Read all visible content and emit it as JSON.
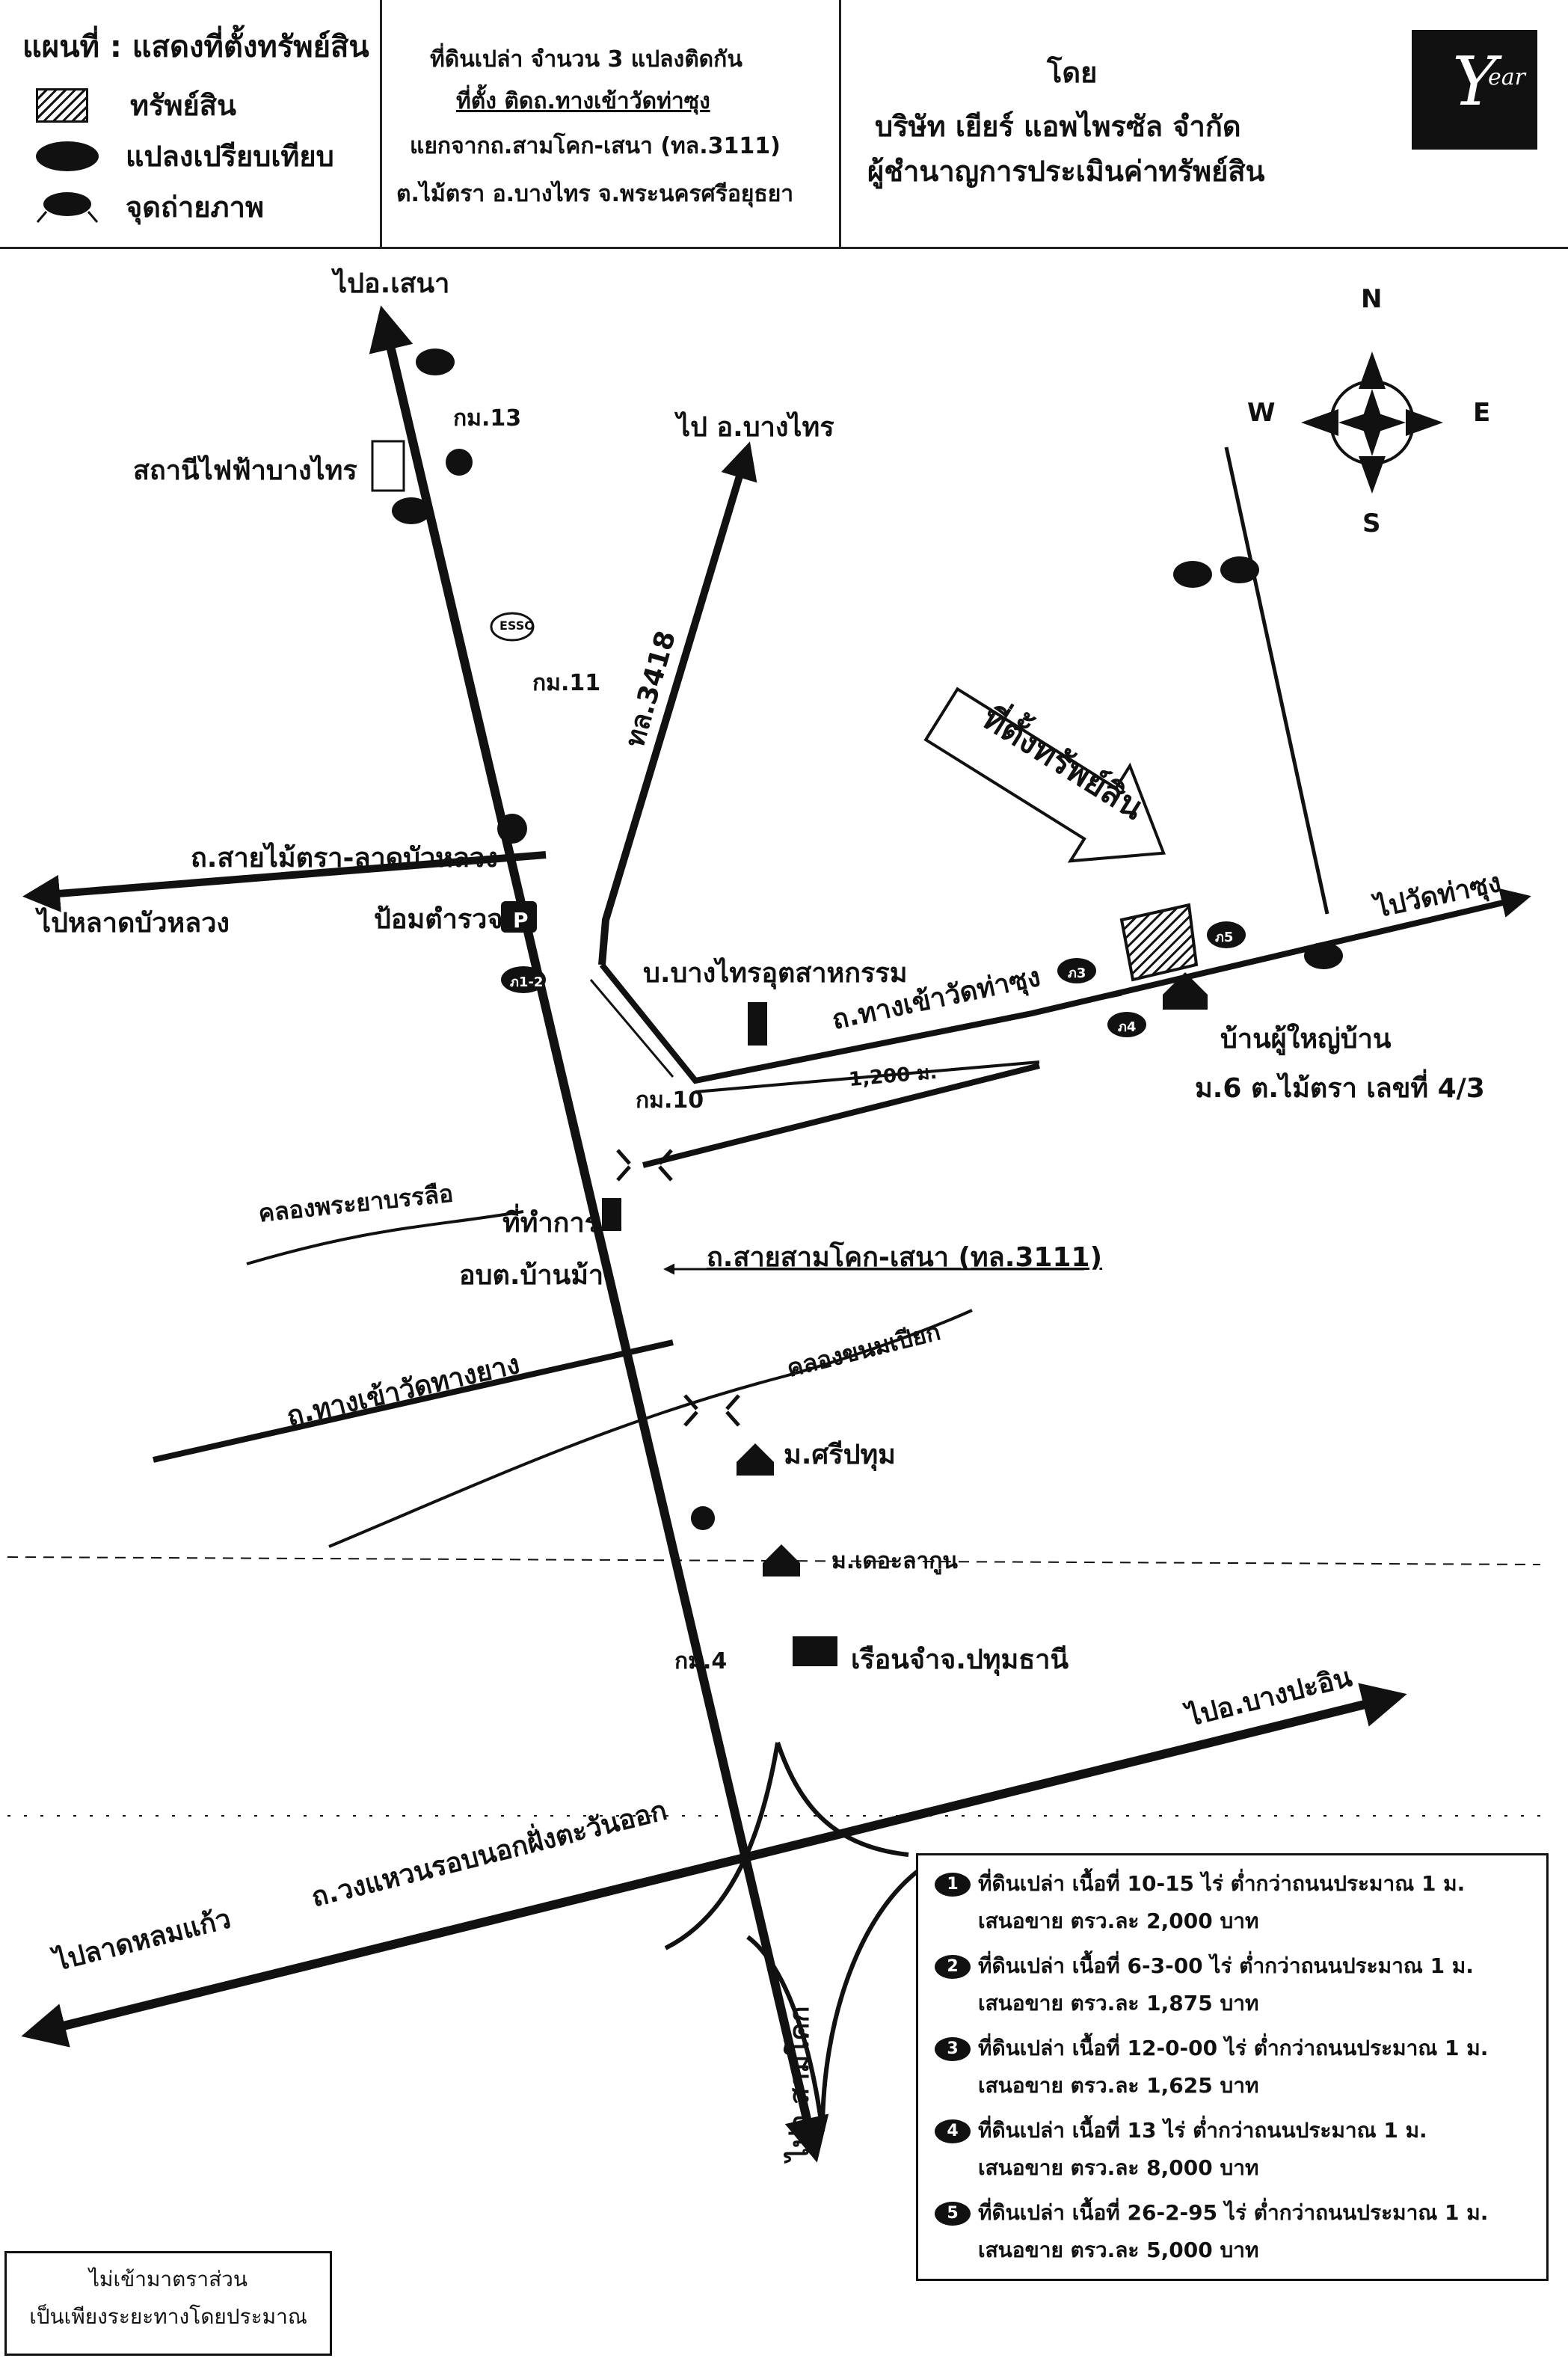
{
  "header": {
    "legend_title": "แผนที่ : แสดงที่ตั้งทรัพย์สิน",
    "legend_items": [
      "ทรัพย์สิน",
      "แปลงเปรียบเทียบ",
      "จุดถ่ายภาพ"
    ],
    "center_lines": [
      "ที่ดินเปล่า จำนวน 3 แปลงติดกัน",
      "ที่ตั้ง ติดถ.ทางเข้าวัดท่าซุง",
      "แยกจากถ.สามโคก-เสนา (ทล.3111)",
      "ต.ไม้ตรา อ.บางไทร จ.พระนครศรีอยุธยา"
    ],
    "right_lines": [
      "โดย",
      "บริษัท เยียร์ แอพไพรซัล จำกัด",
      "ผู้ชำนาญการประเมินค่าทรัพย์สิน"
    ],
    "logo_letter": "Y",
    "logo_sub": "ear"
  },
  "compass": {
    "n": "N",
    "s": "S",
    "e": "E",
    "w": "W"
  },
  "labels": {
    "to_sena": "ไปอ.เสนา",
    "km13": "กม.13",
    "power_station": "สถานีไฟฟ้าบางไทร",
    "to_bangsai": "ไป อ.บางไทร",
    "km11": "กม.11",
    "route3418": "ทล.3418",
    "property_arrow": "ที่ตั้งทรัพย์สิน",
    "road_maitra": "ถ.สายไม้ตรา-ลาดบัวหลวง",
    "to_ladbualuang": "ไปหลาดบัวหลวง",
    "police": "ป้อมตำรวจ",
    "company": "บ.บางไทรอุตสาหกรรม",
    "road_thasung": "ถ.ทางเข้าวัดท่าซุง",
    "to_wat_thasung": "ไปวัดท่าซุง",
    "village_head": "บ้านผู้ใหญ่บ้าน",
    "village_addr": "ม.6 ต.ไม้ตรา เลขที่ 4/3",
    "distance": "1,200 ม.",
    "km10": "กม.10",
    "canal1": "คลองพระยาบรรลือ",
    "office1": "ที่ทำการ",
    "office2": "อบต.บ้านม้า",
    "road_samkhok": "ถ.สายสามโคก-เสนา (ทล.3111)",
    "canal2": "คลองขนมเปียก",
    "road_wat_thangyang": "ถ.ทางเข้าวัดทางยาง",
    "m_sripathum": "ม.ศรีปทุม",
    "m_delagoon": "ม.เดอะลากูน",
    "km4": "กม.4",
    "prison": "เรือนจำจ.ปทุมธานี",
    "to_bangpain": "ไปอ.บางปะอิน",
    "ring_road": "ถ.วงแหวนรอบนอกฝั่งตะวันออก",
    "to_ladlumkaeo": "ไปลาดหลมแก้ว",
    "to_samkhok": "ไปอ.สามโคก",
    "marker_p1_2": "ภ1-2",
    "marker_p3": "ภ3",
    "marker_p4": "ภ4",
    "marker_p5": "ภ5",
    "esso": "ESSO",
    "parking": "P"
  },
  "legend_box": [
    {
      "num": "1",
      "line1": "ที่ดินเปล่า เนื้อที่ 10-15 ไร่ ต่ำกว่าถนนประมาณ 1 ม.",
      "line2": "เสนอขาย ตรว.ละ 2,000 บาท"
    },
    {
      "num": "2",
      "line1": "ที่ดินเปล่า เนื้อที่ 6-3-00 ไร่ ต่ำกว่าถนนประมาณ 1 ม.",
      "line2": "เสนอขาย ตรว.ละ 1,875 บาท"
    },
    {
      "num": "3",
      "line1": "ที่ดินเปล่า เนื้อที่ 12-0-00 ไร่ ต่ำกว่าถนนประมาณ 1 ม.",
      "line2": "เสนอขาย ตรว.ละ 1,625 บาท"
    },
    {
      "num": "4",
      "line1": "ที่ดินเปล่า เนื้อที่ 13 ไร่ ต่ำกว่าถนนประมาณ 1 ม.",
      "line2": "เสนอขาย ตรว.ละ 8,000 บาท"
    },
    {
      "num": "5",
      "line1": "ที่ดินเปล่า เนื้อที่ 26-2-95 ไร่ ต่ำกว่าถนนประมาณ 1 ม.",
      "line2": "เสนอขาย ตรว.ละ 5,000 บาท"
    }
  ],
  "footnote": [
    "ไม่เข้ามาตราส่วน",
    "เป็นเพียงระยะทางโดยประมาณ"
  ]
}
